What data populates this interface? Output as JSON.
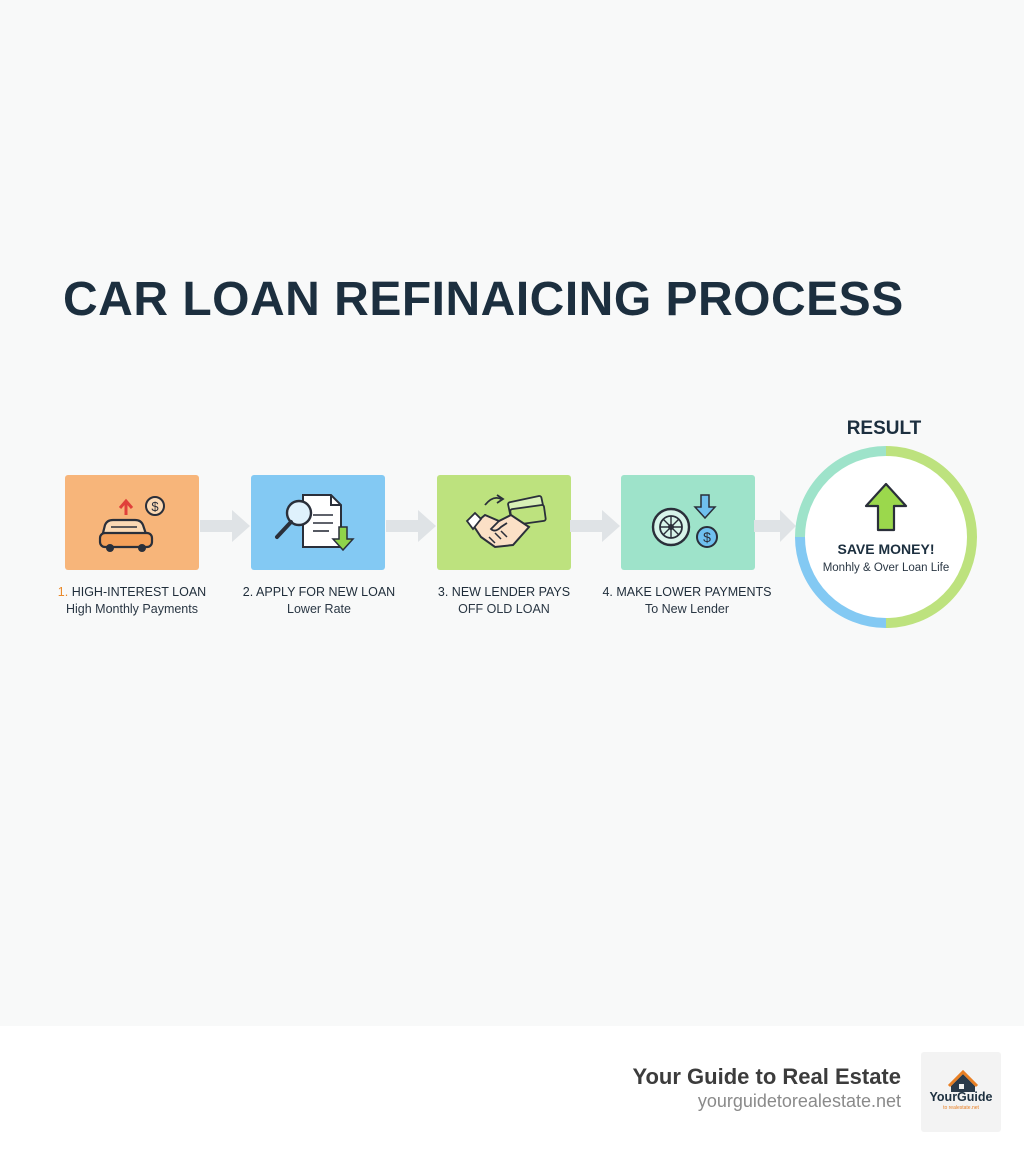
{
  "title": "CAR LOAN REFINAICING PROCESS",
  "steps": [
    {
      "number": "1.",
      "label": "HIGH-INTEREST LOAN",
      "sub": "High Monthly Payments",
      "color": "#f7b57a",
      "icon": "car-with-rising-cost-icon"
    },
    {
      "number": "2.",
      "label": "APPLY FOR NEW LOAN",
      "sub": "Lower Rate",
      "color": "#83c9f3",
      "icon": "document-search-icon"
    },
    {
      "number": "3.",
      "label": "NEW LENDER PAYS",
      "sub": "OFF OLD LOAN",
      "color": "#bde27e",
      "icon": "handshake-money-icon"
    },
    {
      "number": "4.",
      "label": "MAKE LOWER PAYMENTS",
      "sub": "To New Lender",
      "color": "#9ee3ca",
      "icon": "wheel-lower-payment-icon"
    }
  ],
  "result": {
    "title": "RESULT",
    "main": "SAVE MONEY!",
    "sub": "Monhly & Over Loan Life",
    "icon": "up-arrow-icon",
    "ring_colors": [
      "#9ee3ca",
      "#bde27e",
      "#83c9f3"
    ]
  },
  "footer": {
    "brand_name": "Your Guide to Real Estate",
    "brand_url": "yourguidetorealestate.net",
    "logo_text": "YourGuide",
    "logo_sub": "to realestate.net"
  }
}
